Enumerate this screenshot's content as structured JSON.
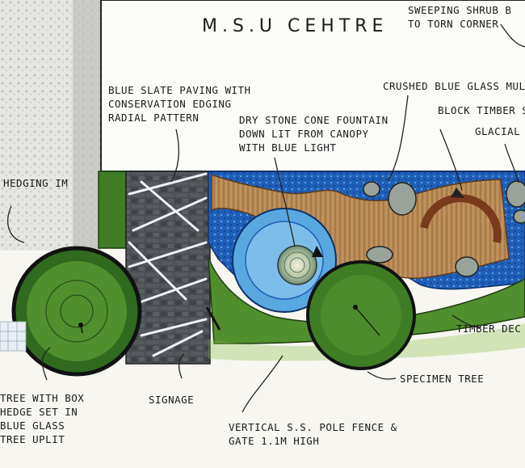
{
  "title": "M.S.U CEHTRE",
  "labels": {
    "sweeping_shrub": [
      "SWEEPING SHRUB B",
      "TO TORN CORNER"
    ],
    "blue_slate": [
      "BLUE SLATE PAVING WITH",
      "CONSERVATION EDGING",
      "RADIAL PATTERN"
    ],
    "crushed_glass": [
      "CRUSHED BLUE GLASS MULC"
    ],
    "block_timber": [
      "BLOCK TIMBER SE"
    ],
    "glacial": [
      "GLACIAL F"
    ],
    "fountain": [
      "DRY STONE CONE FOUNTAIN",
      "DOWN LIT FROM CANOPY",
      "WITH BLUE LIGHT"
    ],
    "hedging": [
      "HEDGING IM"
    ],
    "timber_deck": [
      "TIMBER DEC"
    ],
    "specimen_tree": [
      "SPECIMEN TREE"
    ],
    "signage": [
      "SIGNAGE"
    ],
    "tree_box": [
      "TREE WITH BOX",
      "HEDGE SET IN",
      "BLUE GLASS",
      "TREE UPLIT"
    ],
    "fence": [
      "VERTICAL S.S. POLE FENCE &",
      "GATE 1.1M HIGH"
    ]
  },
  "colors": {
    "water_blue": "#1f5fb8",
    "light_blue": "#5aa8e0",
    "deck_wood": "#b98a55",
    "green_dark": "#2f6a1e",
    "green_mid": "#4f8f2e",
    "slate": "#4a4d52",
    "timber_arc": "#7a3b1c",
    "paper": "#f7f6f1",
    "grey_wash": "#cfcfcf"
  }
}
